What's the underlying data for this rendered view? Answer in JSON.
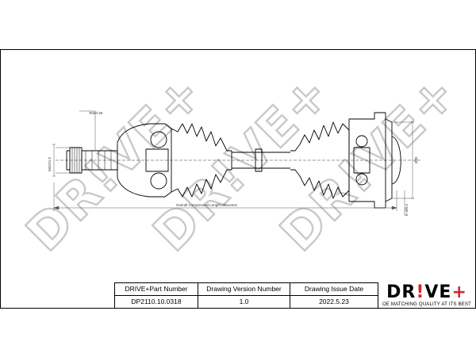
{
  "watermark": {
    "text": "DR!VE+"
  },
  "drawing": {
    "teeth_label": "Teeth:25",
    "left_dim_label": "M24X1.5",
    "length_label": "Overall Compressed Length:456±4mm",
    "right_diam_label": "Ø85",
    "right_small_label": "6~Ø9.4"
  },
  "title_block": {
    "headers": [
      "DRIVE+Part Number",
      "Drawing Version Number",
      "Drawing Issue Date"
    ],
    "values": [
      "DP2110.10.0318",
      "1.0",
      "2022.5.23"
    ],
    "logo": {
      "text": "DR!VE+",
      "tagline": "OE MATCHING QUALITY AT ITS BEST"
    }
  },
  "colors": {
    "brand_red": "#d7262e",
    "line": "#000000",
    "watermark": "#c9c9c9"
  }
}
